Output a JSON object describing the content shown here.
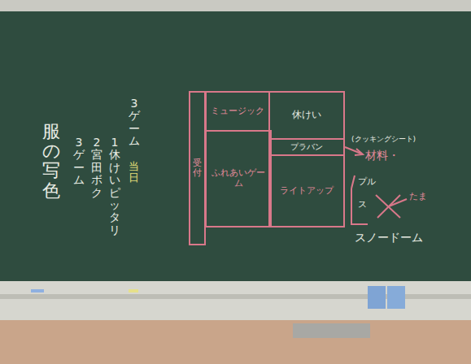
{
  "diagram": {
    "nodes": [
      {
        "text": [
          "受付"
        ]
      },
      {
        "text": [
          "ミュージック"
        ]
      },
      {
        "text": [
          "休けい"
        ]
      },
      {
        "text": [
          "ふれあいゲーム"
        ]
      },
      {
        "text": [
          "プラバン"
        ]
      },
      {
        "text": [
          "ライトアップ"
        ]
      }
    ],
    "labels": [
      "服の写色",
      "3 ゲーム",
      "2 宮田 ボク",
      "1 休けいピッタリ",
      "3ゲーム",
      "当日",
      "(クッキングシート)",
      "材料・",
      "プル",
      "ス",
      "たま",
      "スノードーム"
    ]
  }
}
